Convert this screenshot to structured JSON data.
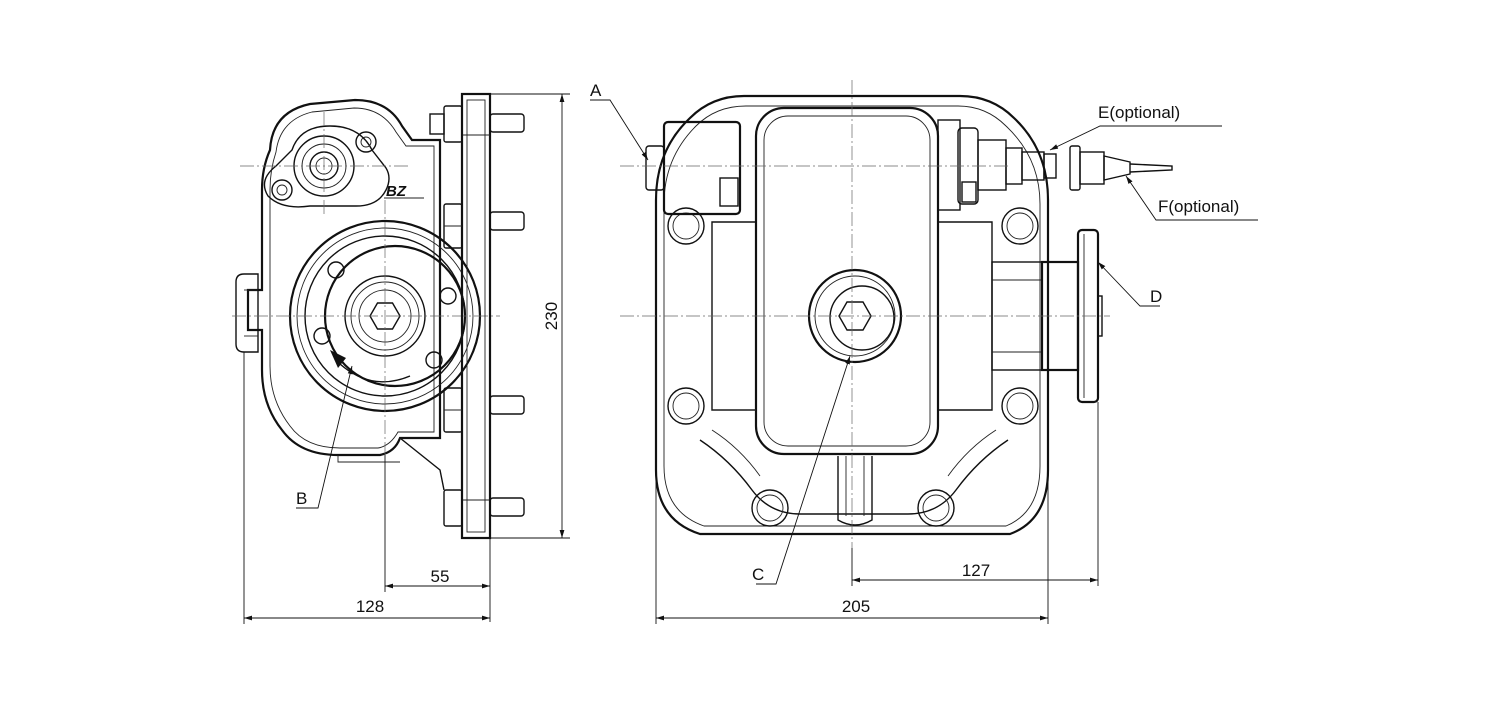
{
  "labels": {
    "a": "A",
    "b": "B",
    "c": "C",
    "d": "D",
    "e": "E(optional)",
    "f": "F(optional)"
  },
  "dimensions": {
    "height": "230",
    "offset_left": "55",
    "width_left": "128",
    "offset_right": "127",
    "width_right": "205"
  },
  "logo_text": "BZ"
}
